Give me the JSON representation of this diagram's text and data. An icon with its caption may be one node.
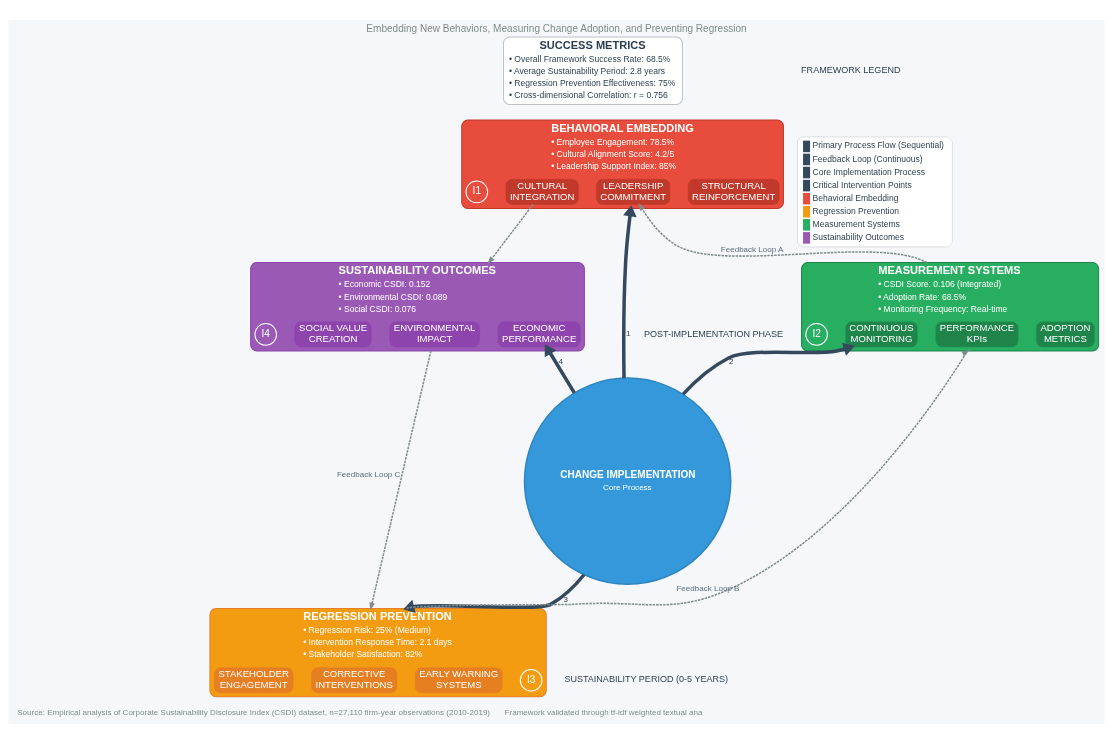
{
  "diagram": {
    "title": "Embedding New Behaviors, Measuring Change Adoption, and Preventing Regression",
    "nodes": [
      {
        "text": [
          "BEHAVIORAL EMBEDDING",
          "• Employee Engagement: 78.5%",
          "• Cultural Alignment Score: 4.2/5",
          "• Leadership Support Index: 85%"
        ]
      },
      {
        "text": [
          "CULTURAL INTEGRATION"
        ],
        "in": 0
      },
      {
        "text": [
          "LEADERSHIP COMMITMENT"
        ],
        "in": 0
      },
      {
        "text": [
          "STRUCTURAL REINFORCEMENT"
        ],
        "in": 0
      },
      {
        "text": [
          "I1"
        ],
        "in": 0
      },
      {
        "text": [
          "SUCCESS METRICS",
          "• Overall Framework Success Rate: 68.5%",
          "• Average Sustainability Period: 2.8 years",
          "• Regression Prevention Effectiveness: 75%",
          "• Cross-dimensional Correlation: r = 0.756"
        ]
      },
      {
        "text": [
          "SUSTAINABILITY OUTCOMES",
          "• Economic CSDI: 0.152",
          "• Environmental CSDI: 0.089",
          "• Social CSDI: 0.076"
        ]
      },
      {
        "text": [
          "ECONOMIC PERFORMANCE"
        ],
        "in": 6
      },
      {
        "text": [
          "ENVIRONMENTAL IMPACT"
        ],
        "in": 6
      },
      {
        "text": [
          "SOCIAL VALUE CREATION"
        ],
        "in": 6
      },
      {
        "text": [
          "I4"
        ],
        "in": 6
      },
      {
        "text": [
          "CHANGE IMPLEMENTATION",
          "Core Process"
        ]
      },
      {
        "text": [
          "MEASUREMENT SYSTEMS",
          "• CSDI Score: 0.106 (Integrated)",
          "• Adoption Rate: 68.5%",
          "• Monitoring Frequency: Real-time"
        ]
      },
      {
        "text": [
          "ADOPTION METRICS"
        ],
        "in": 12
      },
      {
        "text": [
          "PERFORMANCE KPIs"
        ],
        "in": 12
      },
      {
        "text": [
          "CONTINUOUS MONITORING"
        ],
        "in": 12
      },
      {
        "text": [
          "I2"
        ],
        "in": 12
      },
      {
        "text": [
          "REGRESSION PREVENTION",
          "• Regression Risk: 25% (Medium)",
          "• Intervention Response Time: 2.1 days",
          "• Stakeholder Satisfaction: 82%"
        ]
      },
      {
        "text": [
          "I3"
        ],
        "in": 17
      },
      {
        "text": [
          "EARLY WARNING SYSTEMS"
        ],
        "in": 17
      },
      {
        "text": [
          "CORRECTIVE INTERVENTIONS"
        ],
        "in": 17
      },
      {
        "text": [
          "STAKEHOLDER ENGAGEMENT"
        ],
        "in": 17
      }
    ],
    "edges": [
      {
        "from": 11,
        "to": 0,
        "arrow": "to",
        "label": "1",
        "style": "thick"
      },
      {
        "from": 11,
        "to": 12,
        "arrow": "to",
        "label": "2",
        "style": "thick"
      },
      {
        "from": 11,
        "to": 17,
        "arrow": "to",
        "label": "3",
        "style": "thick"
      },
      {
        "from": 11,
        "to": 6,
        "arrow": "to",
        "label": "4",
        "style": "thick"
      },
      {
        "from": 12,
        "to": 2,
        "arrow": "to",
        "label": "Feedback Loop A",
        "style": "dashed",
        "color": "#7f8c8d"
      },
      {
        "from": 17,
        "to": 12,
        "arrow": "to",
        "label": "Feedback Loop B",
        "style": "dashed",
        "color": "#7f8c8d"
      },
      {
        "from": 6,
        "to": 17,
        "arrow": "to",
        "label": "Feedback Loop C",
        "style": "dashed",
        "color": "#7f8c8d"
      },
      {
        "from": 1,
        "to": 6,
        "arrow": "to",
        "style": "dashed",
        "color": "#7f8c8d"
      }
    ],
    "labels": [
      "FRAMEWORK LEGEND",
      "POST-IMPLEMENTATION PHASE",
      "SUSTAINABILITY PERIOD (0-5 YEARS)",
      "Source: Empirical analysis of Corporate Sustainability Disclosure Index (CSDI) dataset, n=27,110 firm-year observations (2010-2019)",
      "Framework validated through tf-idf weighted textual ana"
    ],
    "legend": [
      {
        "text": "Primary Process Flow (Sequential)"
      },
      {
        "text": "Feedback Loop (Continuous)"
      },
      {
        "text": "Core Implementation Process"
      },
      {
        "text": "Critical Intervention Points"
      },
      {
        "text": "Behavioral Embedding",
        "color": "#e74c3c"
      },
      {
        "text": "Regression Prevention",
        "color": "#f39c12"
      },
      {
        "text": "Measurement Systems",
        "color": "#27ae60"
      },
      {
        "text": "Sustainability Outcomes",
        "color": "#9b59b6"
      }
    ]
  }
}
